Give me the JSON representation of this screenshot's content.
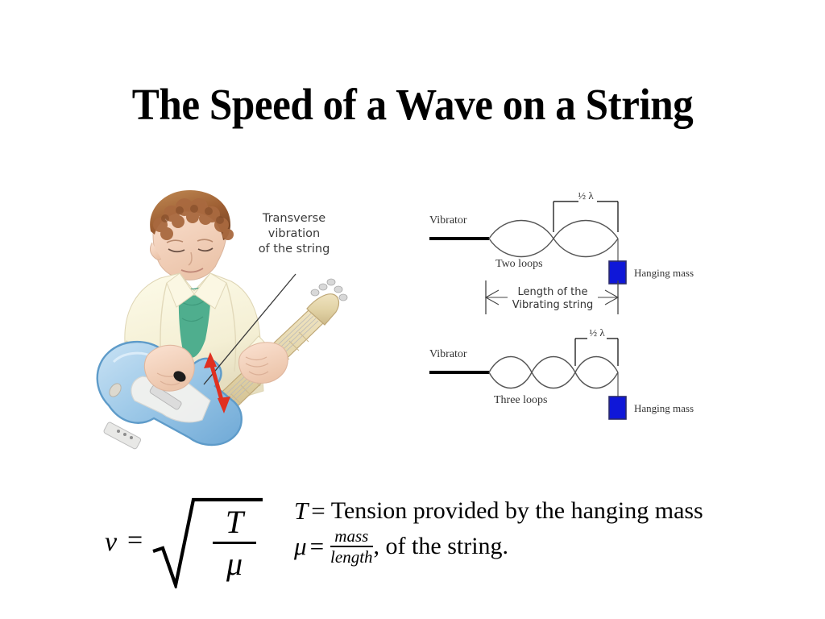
{
  "slide": {
    "title": "The Speed of a Wave on a String",
    "background_color": "#ffffff"
  },
  "guitar_figure": {
    "name": "guitar-illustration",
    "annotation": {
      "line1": "Transverse",
      "line2": "vibration",
      "line3": "of the string"
    },
    "colors": {
      "body": "#a8cde8",
      "body_edge": "#6fa9d6",
      "pickguard": "#f0f0ee",
      "neck": "#e3d5ab",
      "shirt": "#f7f3dc",
      "tshirt": "#4fae8e",
      "hair": "#a9693f",
      "skin": "#f3d6c2",
      "arrow": "#e03020",
      "leader_line": "#3a3a3a"
    }
  },
  "wave_figure": {
    "name": "standing-wave-diagrams",
    "top_diagram": {
      "vibrator_label": "Vibrator",
      "loops_label": "Two loops",
      "wavelength_label": "½ λ",
      "hanging_mass_label": "Hanging mass",
      "loops": 2
    },
    "length_dimension": {
      "line1": "Length of the",
      "line2": "Vibrating string"
    },
    "bottom_diagram": {
      "vibrator_label": "Vibrator",
      "loops_label": "Three loops",
      "wavelength_label": "½ λ",
      "hanging_mass_label": "Hanging mass",
      "loops": 3
    },
    "colors": {
      "mass_fill": "#0f17d8",
      "mass_stroke": "#2b2b6b",
      "wave_stroke": "#555555",
      "rod": "#000000",
      "text": "#333333"
    }
  },
  "equation": {
    "speed": {
      "variable": "v",
      "equals": "=",
      "numerator": "T",
      "denominator": "μ"
    },
    "definitions": [
      {
        "symbol": "T",
        "equals": "=",
        "text": "Tension provided by the hanging mass"
      },
      {
        "symbol": "μ",
        "equals": "=",
        "fraction_numerator": "mass",
        "fraction_denominator": "length",
        "text_after": ", of the string."
      }
    ]
  }
}
